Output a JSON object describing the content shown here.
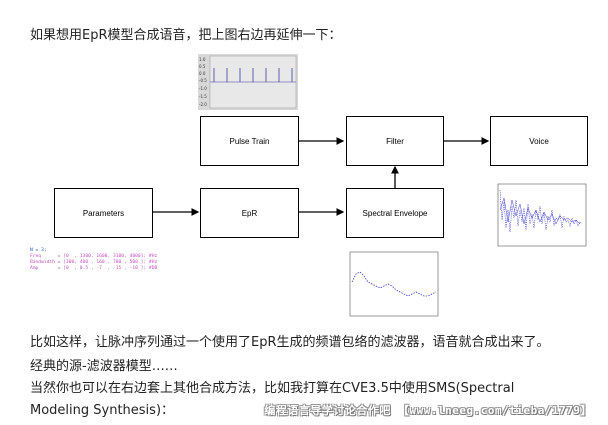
{
  "intro_text": "如果想用EpR模型合成语音，把上图右边再延伸一下：",
  "diagram": {
    "pulse_train": "Pulse Train",
    "filter": "Filter",
    "voice": "Voice",
    "parameters": "Parameters",
    "epr": "EpR",
    "spectral_envelope": "Spectral Envelope"
  },
  "pulse_plot": {
    "y_ticks": [
      "1.0",
      "0.5",
      "0.0",
      "-0.5",
      "-1.0",
      "-1.5",
      "-2.0"
    ]
  },
  "code_snippet": {
    "line1": "N = 3;",
    "line2": "Freq      = [0  , 1300, 1600, 3100, 4000]; #Hz",
    "line3": "Bandwidth = [300, 400 , 160 , 780 , 500 ]; #Hz",
    "line4": "Amp       = [0  , 0.5 , -7  , -15 , -10 ]; #DB"
  },
  "paragraph": {
    "line1": "比如这样，让脉冲序列通过一个使用了EpR生成的频谱包络的滤波器，语音就合成出来了。",
    "line2": "经典的源-滤波器模型……",
    "line3": "当然你也可以在右边套上其他合成方法，比如我打算在CVE3.5中使用SMS(Spectral",
    "line4": "Modeling Synthesis)："
  },
  "watermark": "编程语言导学讨论合作吧 【www.lneeg.com/tieba/1779】"
}
